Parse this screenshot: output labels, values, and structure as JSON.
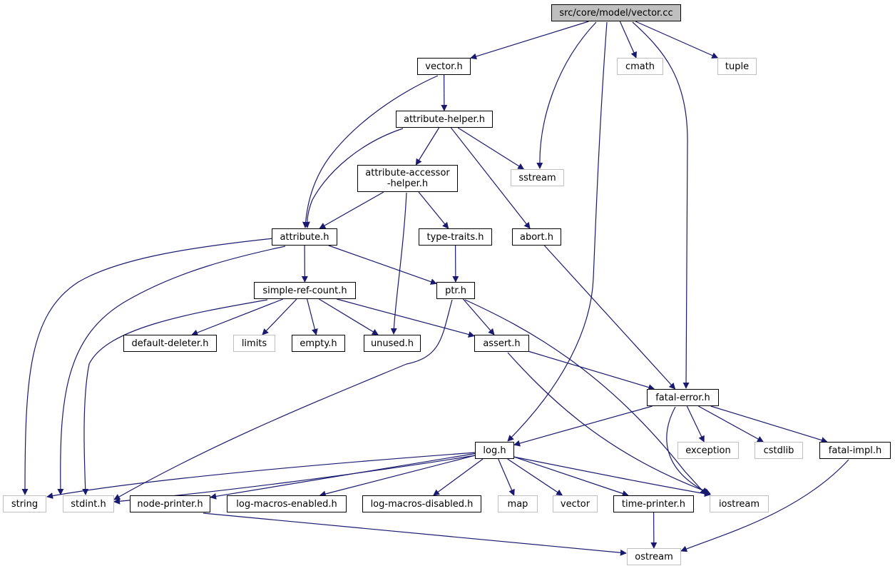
{
  "colors": {
    "edge": "#191970",
    "internal_border": "#000000",
    "external_border": "#bfbfbf",
    "root_fill": "#bfbfbf"
  },
  "nodes": [
    {
      "id": "vector-cc",
      "label": "src/core/model/vector.cc",
      "kind": "root"
    },
    {
      "id": "vector-h",
      "label": "vector.h",
      "kind": "internal"
    },
    {
      "id": "cmath",
      "label": "cmath",
      "kind": "external"
    },
    {
      "id": "tuple",
      "label": "tuple",
      "kind": "external"
    },
    {
      "id": "attribute-helper-h",
      "label": "attribute-helper.h",
      "kind": "internal"
    },
    {
      "id": "attribute-accessor-helper-h",
      "label": "attribute-accessor\n-helper.h",
      "kind": "internal"
    },
    {
      "id": "sstream",
      "label": "sstream",
      "kind": "external"
    },
    {
      "id": "attribute-h",
      "label": "attribute.h",
      "kind": "internal"
    },
    {
      "id": "type-traits-h",
      "label": "type-traits.h",
      "kind": "internal"
    },
    {
      "id": "abort-h",
      "label": "abort.h",
      "kind": "internal"
    },
    {
      "id": "simple-ref-count-h",
      "label": "simple-ref-count.h",
      "kind": "internal"
    },
    {
      "id": "ptr-h",
      "label": "ptr.h",
      "kind": "internal"
    },
    {
      "id": "default-deleter-h",
      "label": "default-deleter.h",
      "kind": "internal"
    },
    {
      "id": "limits",
      "label": "limits",
      "kind": "external"
    },
    {
      "id": "empty-h",
      "label": "empty.h",
      "kind": "internal"
    },
    {
      "id": "unused-h",
      "label": "unused.h",
      "kind": "internal"
    },
    {
      "id": "assert-h",
      "label": "assert.h",
      "kind": "internal"
    },
    {
      "id": "fatal-error-h",
      "label": "fatal-error.h",
      "kind": "internal"
    },
    {
      "id": "log-h",
      "label": "log.h",
      "kind": "internal"
    },
    {
      "id": "exception",
      "label": "exception",
      "kind": "external"
    },
    {
      "id": "cstdlib",
      "label": "cstdlib",
      "kind": "external"
    },
    {
      "id": "fatal-impl-h",
      "label": "fatal-impl.h",
      "kind": "internal"
    },
    {
      "id": "string",
      "label": "string",
      "kind": "external"
    },
    {
      "id": "stdint-h",
      "label": "stdint.h",
      "kind": "external"
    },
    {
      "id": "node-printer-h",
      "label": "node-printer.h",
      "kind": "internal"
    },
    {
      "id": "log-macros-enabled-h",
      "label": "log-macros-enabled.h",
      "kind": "internal"
    },
    {
      "id": "log-macros-disabled-h",
      "label": "log-macros-disabled.h",
      "kind": "internal"
    },
    {
      "id": "map",
      "label": "map",
      "kind": "external"
    },
    {
      "id": "vector",
      "label": "vector",
      "kind": "external"
    },
    {
      "id": "time-printer-h",
      "label": "time-printer.h",
      "kind": "internal"
    },
    {
      "id": "iostream",
      "label": "iostream",
      "kind": "external"
    },
    {
      "id": "ostream",
      "label": "ostream",
      "kind": "external"
    }
  ],
  "edges": [
    [
      "vector-cc",
      "vector-h"
    ],
    [
      "vector-cc",
      "cmath"
    ],
    [
      "vector-cc",
      "tuple"
    ],
    [
      "vector-cc",
      "sstream"
    ],
    [
      "vector-cc",
      "fatal-error-h"
    ],
    [
      "vector-cc",
      "log-h"
    ],
    [
      "vector-h",
      "attribute-helper-h"
    ],
    [
      "vector-h",
      "attribute-h"
    ],
    [
      "attribute-helper-h",
      "attribute-accessor-helper-h"
    ],
    [
      "attribute-helper-h",
      "sstream"
    ],
    [
      "attribute-helper-h",
      "abort-h"
    ],
    [
      "attribute-helper-h",
      "attribute-h"
    ],
    [
      "attribute-accessor-helper-h",
      "attribute-h"
    ],
    [
      "attribute-accessor-helper-h",
      "type-traits-h"
    ],
    [
      "attribute-accessor-helper-h",
      "unused-h"
    ],
    [
      "attribute-h",
      "simple-ref-count-h"
    ],
    [
      "attribute-h",
      "ptr-h"
    ],
    [
      "attribute-h",
      "string"
    ],
    [
      "attribute-h",
      "stdint-h"
    ],
    [
      "type-traits-h",
      "ptr-h"
    ],
    [
      "abort-h",
      "fatal-error-h"
    ],
    [
      "simple-ref-count-h",
      "default-deleter-h"
    ],
    [
      "simple-ref-count-h",
      "limits"
    ],
    [
      "simple-ref-count-h",
      "empty-h"
    ],
    [
      "simple-ref-count-h",
      "unused-h"
    ],
    [
      "simple-ref-count-h",
      "assert-h"
    ],
    [
      "simple-ref-count-h",
      "stdint-h"
    ],
    [
      "ptr-h",
      "assert-h"
    ],
    [
      "ptr-h",
      "iostream"
    ],
    [
      "ptr-h",
      "stdint-h"
    ],
    [
      "assert-h",
      "fatal-error-h"
    ],
    [
      "assert-h",
      "iostream"
    ],
    [
      "fatal-error-h",
      "log-h"
    ],
    [
      "fatal-error-h",
      "exception"
    ],
    [
      "fatal-error-h",
      "cstdlib"
    ],
    [
      "fatal-error-h",
      "fatal-impl-h"
    ],
    [
      "fatal-error-h",
      "iostream"
    ],
    [
      "fatal-impl-h",
      "ostream"
    ],
    [
      "log-h",
      "string"
    ],
    [
      "log-h",
      "stdint-h"
    ],
    [
      "log-h",
      "node-printer-h"
    ],
    [
      "log-h",
      "log-macros-enabled-h"
    ],
    [
      "log-h",
      "log-macros-disabled-h"
    ],
    [
      "log-h",
      "map"
    ],
    [
      "log-h",
      "vector"
    ],
    [
      "log-h",
      "time-printer-h"
    ],
    [
      "log-h",
      "iostream"
    ],
    [
      "node-printer-h",
      "ostream"
    ],
    [
      "time-printer-h",
      "ostream"
    ]
  ]
}
